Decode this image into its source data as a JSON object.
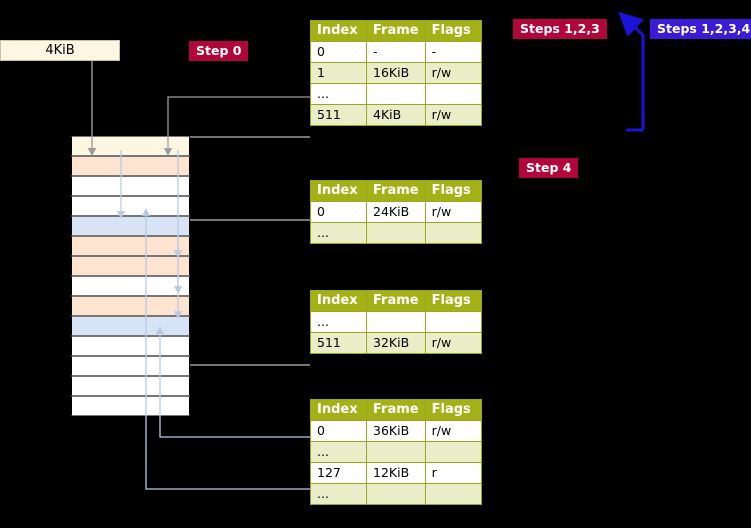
{
  "labels": {
    "kib_box": "4KiB",
    "step0": "Step 0",
    "step4": "Step 4",
    "steps123": "Steps 1,2,3",
    "steps1234": "Steps 1,2,3,4"
  },
  "colors": {
    "background": "#000000",
    "table_header": "#a3b117",
    "table_row_alt": "#eaeec8",
    "step_badge": "#b0063a",
    "step_badge_alt": "#3c1ad6",
    "memory_peach": "#fde4d0",
    "memory_blue": "#d7e4f5",
    "memory_white": "#ffffff",
    "memory_cream": "#fdf6e3",
    "arrow_blue": "#1b14d8",
    "arrow_light": "#b8cbe4",
    "arrow_gray": "#9d9d9d"
  },
  "tables": [
    {
      "name": "page-table-level-1",
      "headers": [
        "Index",
        "Frame",
        "Flags"
      ],
      "rows": [
        [
          "0",
          "-",
          "-"
        ],
        [
          "1",
          "16KiB",
          "r/w"
        ],
        [
          "...",
          "",
          ""
        ],
        [
          "511",
          "4KiB",
          "r/w"
        ]
      ]
    },
    {
      "name": "page-table-level-2",
      "headers": [
        "Index",
        "Frame",
        "Flags"
      ],
      "rows": [
        [
          "0",
          "24KiB",
          "r/w"
        ],
        [
          "...",
          "",
          ""
        ]
      ]
    },
    {
      "name": "page-table-level-3",
      "headers": [
        "Index",
        "Frame",
        "Flags"
      ],
      "rows": [
        [
          "...",
          "",
          ""
        ],
        [
          "511",
          "32KiB",
          "r/w"
        ]
      ]
    },
    {
      "name": "page-table-level-4",
      "headers": [
        "Index",
        "Frame",
        "Flags"
      ],
      "rows": [
        [
          "0",
          "36KiB",
          "r/w"
        ],
        [
          "...",
          "",
          ""
        ],
        [
          "127",
          "12KiB",
          "r"
        ],
        [
          "...",
          "",
          ""
        ]
      ]
    }
  ],
  "memory_column": {
    "name": "physical-memory-column",
    "cells": [
      {
        "fill": "#fdf6e3"
      },
      {
        "fill": "#fde4d0"
      },
      {
        "fill": "#ffffff"
      },
      {
        "fill": "#ffffff"
      },
      {
        "fill": "#d7e4f5"
      },
      {
        "fill": "#fde4d0"
      },
      {
        "fill": "#fde4d0"
      },
      {
        "fill": "#ffffff"
      },
      {
        "fill": "#fde4d0"
      },
      {
        "fill": "#d7e4f5"
      },
      {
        "fill": "#ffffff"
      },
      {
        "fill": "#ffffff"
      },
      {
        "fill": "#ffffff"
      },
      {
        "fill": "#ffffff"
      }
    ]
  }
}
